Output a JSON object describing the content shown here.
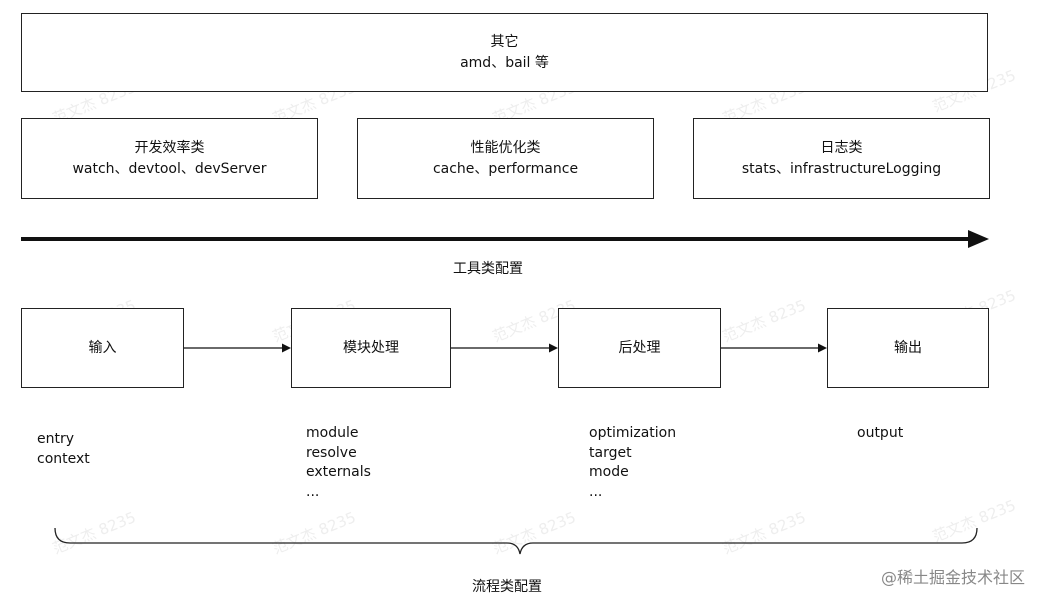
{
  "top_box": {
    "title": "其它",
    "sub": "amd、bail 等"
  },
  "tool_boxes": [
    {
      "title": "开发效率类",
      "sub": "watch、devtool、devServer"
    },
    {
      "title": "性能优化类",
      "sub": "cache、performance"
    },
    {
      "title": "日志类",
      "sub": "stats、infrastructureLogging"
    }
  ],
  "tool_label": "工具类配置",
  "flow_boxes": [
    "输入",
    "模块处理",
    "后处理",
    "输出"
  ],
  "flow_items": [
    [
      "entry",
      "context"
    ],
    [
      "module",
      "resolve",
      "externals",
      "..."
    ],
    [
      "optimization",
      "target",
      "mode",
      "..."
    ],
    [
      "output"
    ]
  ],
  "flow_label": "流程类配置",
  "brand": "@稀土掘金技术社区"
}
